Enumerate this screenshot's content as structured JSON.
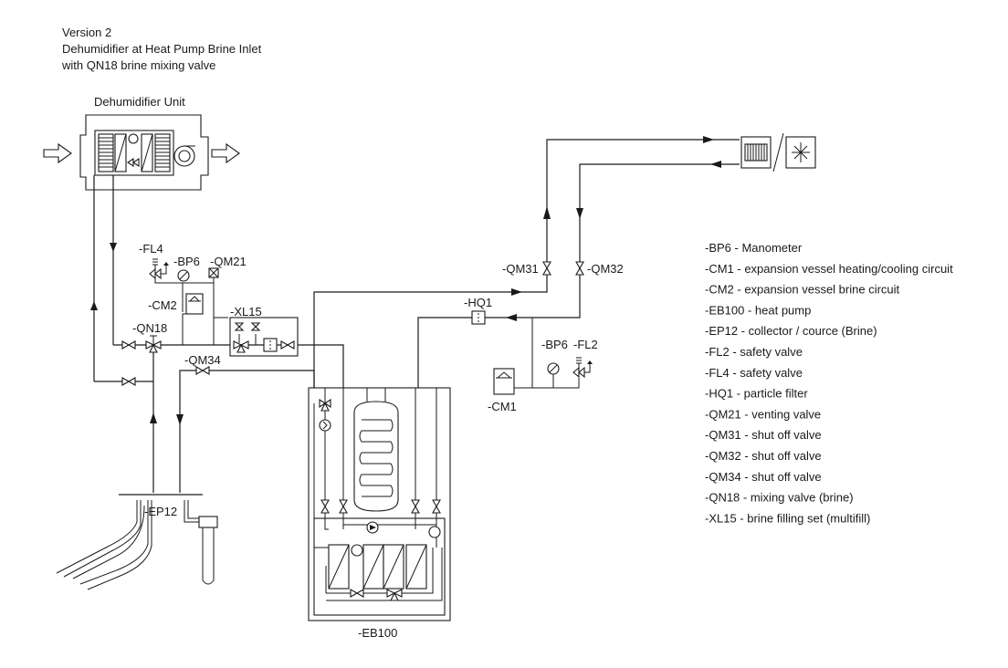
{
  "header": {
    "version": "Version 2",
    "line1": "Dehumidifier at Heat Pump Brine Inlet",
    "line2": "with QN18 brine mixing valve"
  },
  "dehumidifier_title": "Dehumidifier Unit",
  "labels": {
    "fl4": "-FL4",
    "bp6_left": "-BP6",
    "qm21": "-QM21",
    "cm2": "-CM2",
    "xl15": "-XL15",
    "qn18": "-QN18",
    "qm34": "-QM34",
    "ep12": "-EP12",
    "eb100": "-EB100",
    "qm31": "-QM31",
    "qm32": "-QM32",
    "hq1": "-HQ1",
    "bp6_right": "-BP6",
    "fl2": "-FL2",
    "cm1": "-CM1"
  },
  "legend": [
    "-BP6 - Manometer",
    "-CM1 - expansion vessel heating/cooling circuit",
    "-CM2 - expansion vessel brine circuit",
    "-EB100 - heat pump",
    "-EP12 - collector / cource (Brine)",
    "-FL2 - safety valve",
    "-FL4 - safety valve",
    "-HQ1 - particle filter",
    "-QM21 - venting valve",
    "-QM31 - shut off valve",
    "-QM32 - shut off valve",
    "-QM34 - shut off valve",
    "-QN18 - mixing valve (brine)",
    "-XL15 - brine filling set (multifill)"
  ]
}
